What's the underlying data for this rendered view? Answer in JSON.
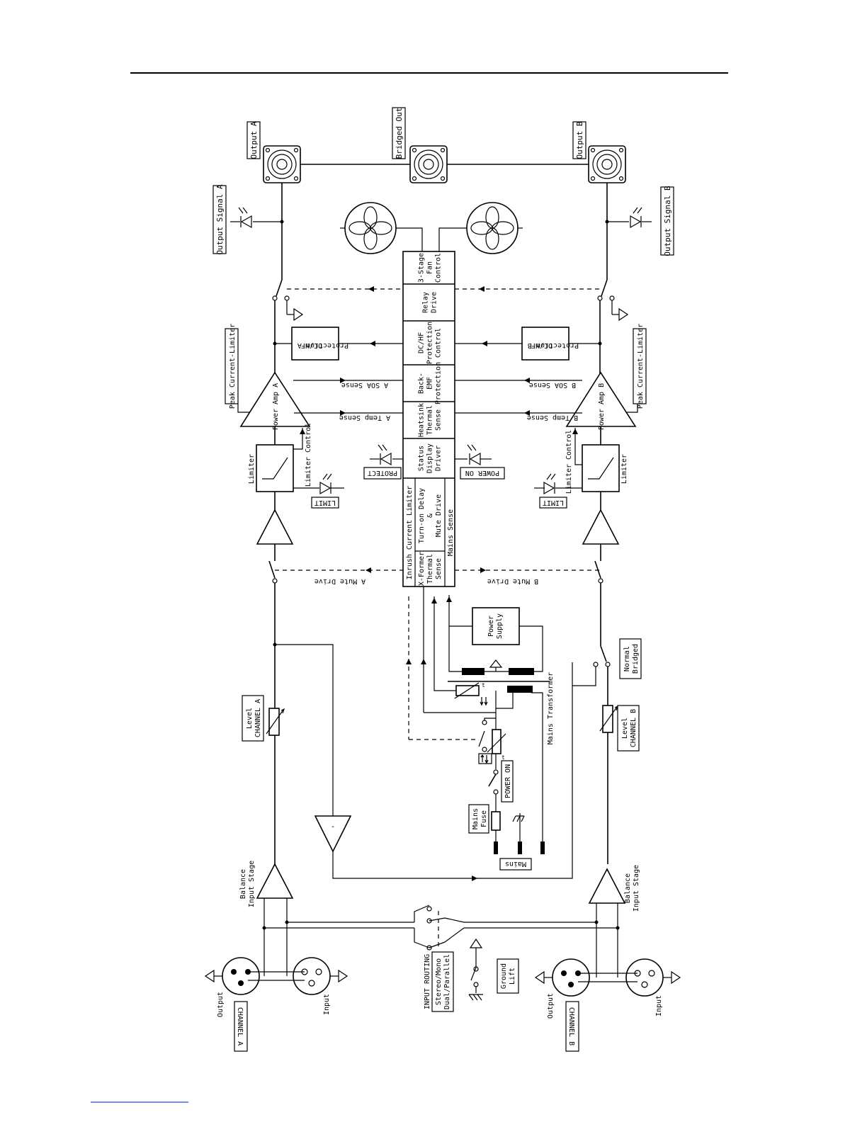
{
  "labels": {
    "output_a": "Output A",
    "bridged_out": "Bridged Out",
    "output_b": "Output B",
    "output_signal_a": "Output Signal A",
    "output_signal_b": "Output Signal B",
    "peak_limiter_a": "Peak Current-Limiter",
    "peak_limiter_b": "Peak Current-Limiter",
    "power_amp_a": "Power Amp A",
    "power_amp_b": "Power Amp B",
    "a_soa_sense": "A SOA Sense",
    "b_soa_sense": "B SOA Sense",
    "a_temp_sense": "A Temp Sense",
    "b_temp_sense": "B Temp Sense",
    "dchf_a_1": "DC/HF",
    "dchf_a_2": "Protection A",
    "dchf_b_1": "DC/HF",
    "dchf_b_2": "Protection B",
    "limiter_a": "Limiter",
    "limiter_b": "Limiter",
    "limiter_control_a": "Limiter Control",
    "limiter_control_b": "Limiter Control",
    "limit_a": "LIMIT",
    "limit_b": "LIMIT",
    "protect": "PROTECT",
    "power_on_led": "POWER ON",
    "a_mute_drive": "A Mute Drive",
    "b_mute_drive": "B Mute Drive",
    "level_a_1": "Level",
    "level_a_2": "CHANNEL A",
    "level_b_1": "Level",
    "level_b_2": "CHANNEL B",
    "normal_bridged_1": "Normal",
    "normal_bridged_2": "Bridged",
    "power_supply_1": "Power",
    "power_supply_2": "Supply",
    "mains_transformer": "Mains Transformer",
    "power_on_switch": "POWER ON",
    "mains_fuse_1": "Mains",
    "mains_fuse_2": "Fuse",
    "mains": "Mains",
    "balance_a_1": "Balance",
    "balance_a_2": "Input Stage",
    "balance_b_1": "Balance",
    "balance_b_2": "Input Stage",
    "channel_a": "CHANNEL A",
    "channel_b": "CHANNEL B",
    "output_conn_a": "Output",
    "input_conn_a": "Input",
    "output_conn_b": "Output",
    "input_conn_b": "Input",
    "input_routing_1": "INPUT ROUTING",
    "input_routing_2": "Stereo/Mono",
    "input_routing_3": "Dual/Parallel",
    "ground_lift_1": "Ground",
    "ground_lift_2": "Lift",
    "inverter_sign": "-",
    "ptc_marker_1": "t",
    "ptc_marker_2": "t"
  },
  "control_blocks": [
    {
      "id": "fan-control",
      "lines": [
        "3-Stage",
        "Fan",
        "Control"
      ]
    },
    {
      "id": "relay-drive",
      "lines": [
        "Relay",
        "Drive"
      ]
    },
    {
      "id": "dchf-protection-control",
      "lines": [
        "DC/HF",
        "Protection",
        "Control"
      ]
    },
    {
      "id": "back-emf-protection",
      "lines": [
        "Back-",
        "EMF",
        "Protection"
      ]
    },
    {
      "id": "heatsink-thermal-sense",
      "lines": [
        "Heatsink",
        "Thermal",
        "Sense"
      ]
    },
    {
      "id": "status-display-driver",
      "lines": [
        "Status",
        "Display",
        "Driver"
      ]
    }
  ],
  "lower_block": {
    "inrush": "Inrush Current Limiter",
    "turn_on": [
      "Turn-on Delay",
      "&",
      "Mute Drive"
    ],
    "mains_sense": "Mains Sense",
    "xformer": [
      "X-Former",
      "Thermal",
      "Sense"
    ]
  }
}
